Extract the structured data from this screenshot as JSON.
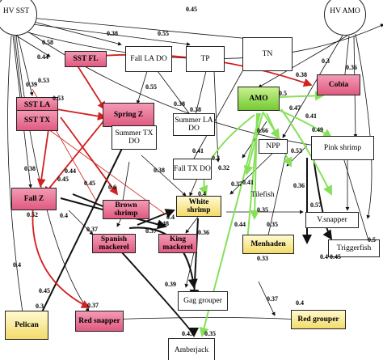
{
  "nodes": {
    "hv_sst": "HV SST",
    "hv_amo": "HV AMO",
    "sst_fl": "SST FL",
    "sst_la": "SST LA",
    "sst_tx": "SST TX",
    "fall_la_do": "Fall LA DO",
    "tp": "TP",
    "tn": "TN",
    "amo": "AMO",
    "cobia": "Cobia",
    "spring_z": "Spring Z",
    "summer_la_do": "Summer LA DO",
    "summer_tx_do": "Summer TX DO",
    "fall_tx_do": "Fall TX DO",
    "npp": "NPP",
    "pink_shrimp": "Pink shrimp",
    "tilefish": "Tilefish",
    "fall_z": "Fall Z",
    "brown_shrimp": "Brown shrimp",
    "white_shrimp": "White shrimp",
    "spanish_mackerel": "Spanish mackerel",
    "king_mackerel": "King mackerel",
    "v_snapper": "V.snapper",
    "menhaden": "Menhaden",
    "triggerfish": "Triggerfish",
    "gag_grouper": "Gag grouper",
    "red_grouper": "Red grouper",
    "pelican": "Pelican",
    "red_snapper": "Red snapper",
    "amberjack": "Amberjack"
  },
  "edge_labels": [
    "0.45",
    "0.38",
    "0.55",
    "0.58",
    "0.44",
    "0.53",
    "0.39",
    "0.53",
    "0.38",
    "0.5",
    "0.3",
    "0.36",
    "0.55",
    "0.38",
    "0.38",
    "0.66",
    "0.47",
    "0.41",
    "0.49",
    "0.53",
    "0.41",
    "0.3",
    "0.38",
    "0.45",
    "0.44",
    "0.38",
    "0.32",
    "0.41",
    "0.37",
    "0.36",
    "0.57",
    "0.45",
    "0.6",
    "0.4",
    "0.4",
    "0.35",
    "0.4",
    "0.37",
    "0.48",
    "0.37",
    "0.36",
    "0.52",
    "0.44",
    "0.35",
    "0.33",
    "0.4",
    "0.45",
    "0.5",
    "0.4",
    "0.39",
    "0.45",
    "0.3",
    "0.37",
    "0.37",
    "0.43",
    "0.35",
    "0.4"
  ],
  "colors": {
    "red_edge": "#d32020",
    "green_edge": "#86e05a",
    "black_edge": "#111111",
    "red_node": "#e66a8e",
    "yellow_node": "#f5e27e",
    "green_node": "#7fd13b"
  }
}
